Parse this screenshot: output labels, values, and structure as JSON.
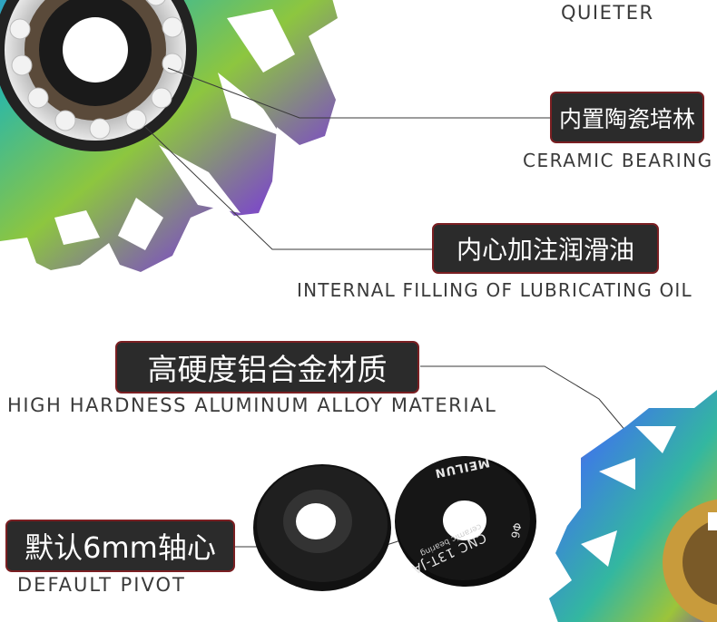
{
  "colors": {
    "label_bg": "#2b2b2b",
    "label_border": "#7a1f22",
    "label_text": "#ffffff",
    "caption_text": "#3a3a3a"
  },
  "features": [
    {
      "cn": "",
      "en": "QUIETER"
    },
    {
      "cn": "内置陶瓷培林",
      "en": "CERAMIC  BEARING"
    },
    {
      "cn": "内心加注润滑油",
      "en": "INTERNAL  FILLING  OF  LUBRICATING  OIL"
    },
    {
      "cn": "高硬度铝合金材质",
      "en": "HIGH HARDNESS  ALUMINUM  ALLOY  MATERIAL"
    },
    {
      "cn": "默认6mm轴心",
      "en": "DEFAULT   PIVOT"
    }
  ],
  "cap_text": {
    "brand": "MEILUN",
    "model": "CNC 13T-JA",
    "sub": "ceramic bearing",
    "sym": "Φ6"
  }
}
